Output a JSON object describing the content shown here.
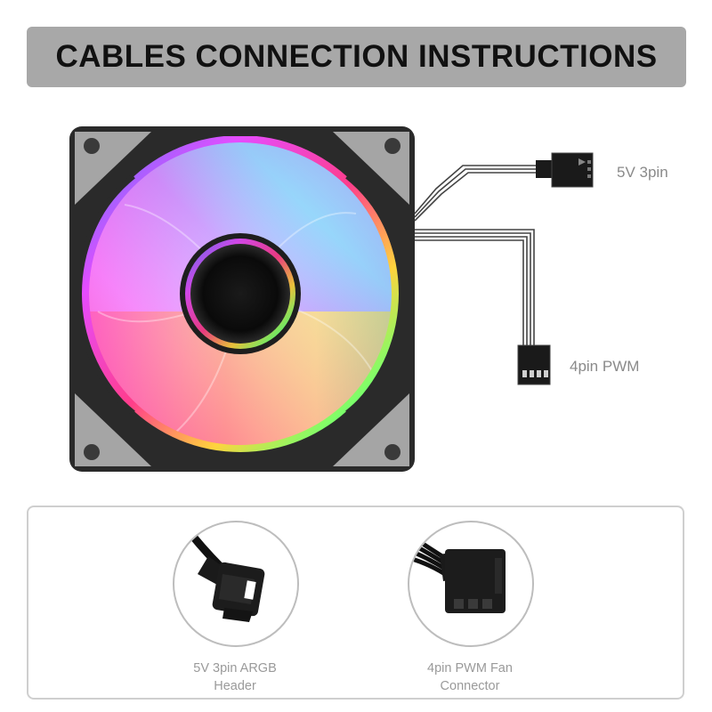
{
  "title": "CABLES CONNECTION INSTRUCTIONS",
  "cable_labels": {
    "argb_3pin": "5V 3pin",
    "pwm_4pin": "4pin PWM"
  },
  "connectors": [
    {
      "line1": "5V 3pin ARGB",
      "line2": "Header",
      "icon": "argb-connector-icon"
    },
    {
      "line1": "4pin PWM Fan",
      "line2": "Connector",
      "icon": "pwm-connector-icon"
    }
  ],
  "colors": {
    "title_bar": "#a8a8a8",
    "frame": "#2a2a2a",
    "corner_pad": "#9a9a9a",
    "label_gray": "#8a8a8a"
  }
}
